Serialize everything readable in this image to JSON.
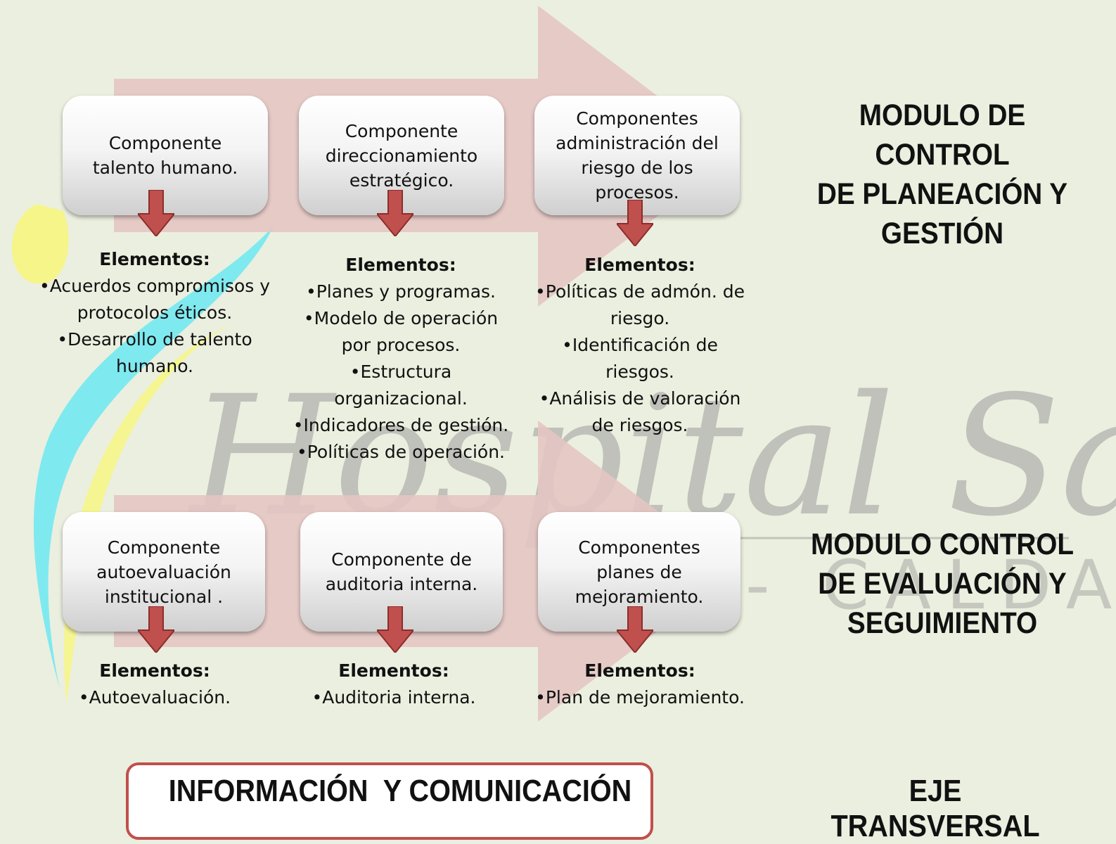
{
  "watermark": {
    "brand": "Hospital San Félix",
    "location": "- CALDAS"
  },
  "colors": {
    "background": "#ebefdf",
    "big_arrow": "#e4c5c3",
    "down_arrow": "#c0504d",
    "box_border": "#c0504d"
  },
  "module_planeacion": {
    "title": "MODULO DE CONTROL\nDE PLANEACIÓN Y\nGESTIÓN",
    "components": [
      {
        "label": "Componente\ntalento humano.",
        "elements_header": "Elementos:",
        "elements": [
          "•Acuerdos compromisos y\nprotocolos éticos.",
          "•Desarrollo de talento\nhumano."
        ]
      },
      {
        "label": "Componente\ndireccionamiento\nestratégico.",
        "elements_header": "Elementos:",
        "elements": [
          "•Planes y programas.",
          "•Modelo de operación\npor procesos.",
          "•Estructura\norganizacional.",
          "•Indicadores de gestión.",
          "•Políticas de operación."
        ]
      },
      {
        "label": "Componentes\nadministración del\nriesgo de los\nprocesos.",
        "elements_header": "Elementos:",
        "elements": [
          "•Políticas de admón. de\nriesgo.",
          "•Identificación de\nriesgos.",
          "•Análisis de valoración\nde riesgos."
        ]
      }
    ]
  },
  "module_evaluacion": {
    "title": "MODULO CONTROL\nDE EVALUACIÓN Y\nSEGUIMIENTO",
    "components": [
      {
        "label": "Componente\nautoevaluación\ninstitucional .",
        "elements_header": "Elementos:",
        "elements": [
          "•Autoevaluación."
        ]
      },
      {
        "label": "Componente de\nauditoria interna.",
        "elements_header": "Elementos:",
        "elements": [
          "•Auditoria interna."
        ]
      },
      {
        "label": "Componentes\nplanes de\nmejoramiento.",
        "elements_header": "Elementos:",
        "elements": [
          "•Plan de mejoramiento."
        ]
      }
    ]
  },
  "transversal": {
    "box_label": "INFORMACIÓN  Y COMUNICACIÓN",
    "axis_label": "EJE TRANSVERSAL"
  }
}
